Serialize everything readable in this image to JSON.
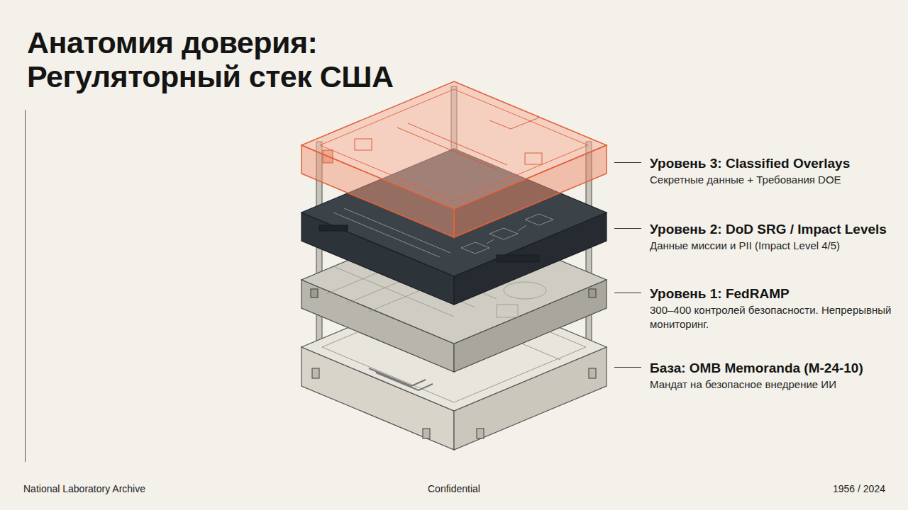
{
  "diagram": {
    "title": "Анатомия доверия: Регуляторный стек США",
    "nodes": [
      {
        "text": [
          "Уровень 3: Classified Overlays",
          "Секретные данные + Требования DOE"
        ]
      },
      {
        "text": [
          "Уровень 2: DoD SRG / Impact Levels",
          "Данные миссии и PII (Impact Level 4/5)"
        ]
      },
      {
        "text": [
          "Уровень 1: FedRAMP",
          "300–400 контролей безопасности. Непрерывный мониторинг."
        ]
      },
      {
        "text": [
          "База: OMB Memoranda (M-24-10)",
          "Мандат на безопасное внедрение ИИ"
        ]
      }
    ],
    "labels": [
      "National Laboratory Archive",
      "Confidential",
      "1956 / 2024"
    ]
  }
}
